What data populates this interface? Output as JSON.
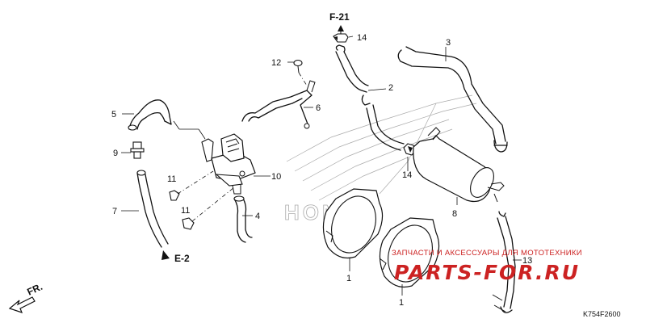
{
  "direction_marks": {
    "top": "F-21",
    "left": "E-2",
    "front": "FR."
  },
  "part_labels": {
    "p1a": "1",
    "p1b": "1",
    "p2": "2",
    "p3": "3",
    "p4": "4",
    "p5": "5",
    "p6": "6",
    "p7": "7",
    "p8": "8",
    "p9": "9",
    "p10": "10",
    "p11a": "11",
    "p11b": "11",
    "p12": "12",
    "p13": "13",
    "p14a": "14",
    "p14b": "14"
  },
  "watermark": {
    "brand_text": "HONDA",
    "tagline": "ЗАПЧАСТИ И АКСЕССУАРЫ ДЛЯ МОТОТЕХНИКИ",
    "site": "PARTS-FOR.RU"
  },
  "diagram_code": "K754F2600"
}
